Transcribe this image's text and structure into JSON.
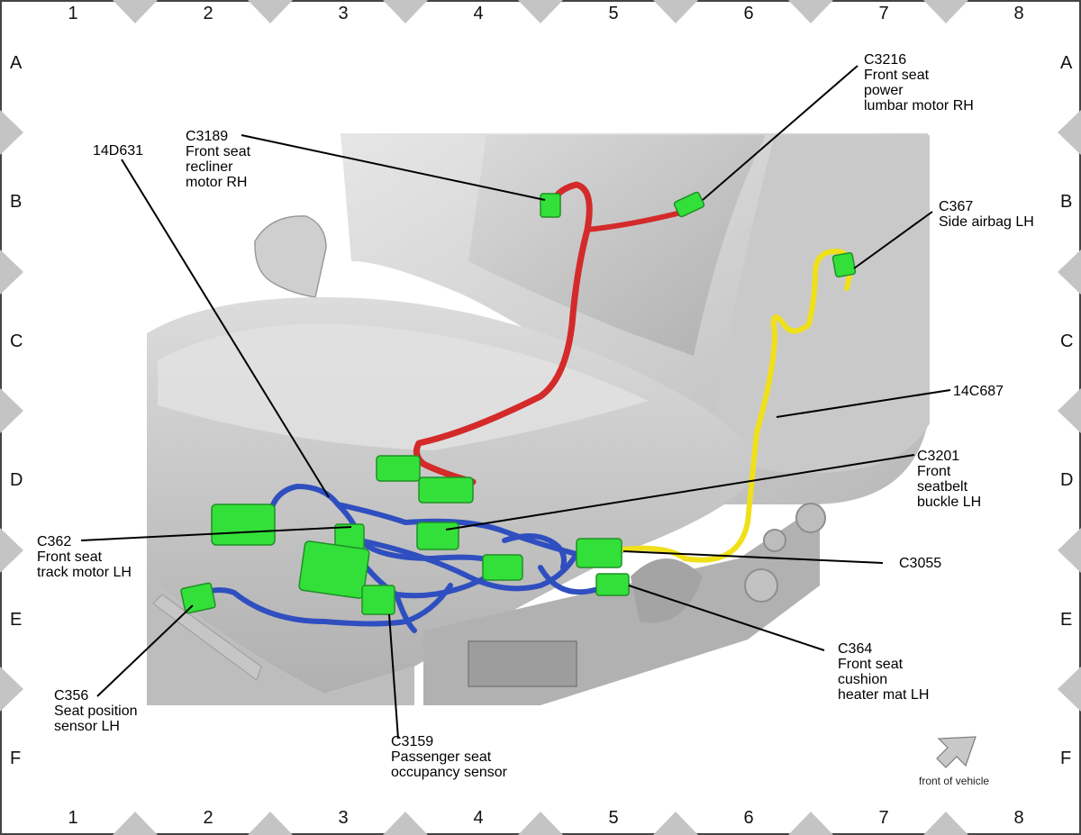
{
  "grid": {
    "columns": [
      "1",
      "2",
      "3",
      "4",
      "5",
      "6",
      "7",
      "8"
    ],
    "rows": [
      "A",
      "B",
      "C",
      "D",
      "E",
      "F"
    ]
  },
  "callouts": {
    "c3216": {
      "id": "C3216",
      "lines": [
        "Front seat",
        "power",
        "lumbar motor RH"
      ]
    },
    "c3189": {
      "id": "C3189",
      "lines": [
        "Front seat",
        "recliner",
        "motor RH"
      ]
    },
    "h14d631": {
      "id": "14D631",
      "lines": []
    },
    "c367": {
      "id": "C367",
      "lines": [
        "Side airbag LH"
      ]
    },
    "h14c687": {
      "id": "14C687",
      "lines": []
    },
    "c3201": {
      "id": "C3201",
      "lines": [
        "Front",
        "seatbelt",
        "buckle LH"
      ]
    },
    "c362": {
      "id": "C362",
      "lines": [
        "Front seat",
        "track motor LH"
      ]
    },
    "c3055": {
      "id": "C3055",
      "lines": []
    },
    "c364": {
      "id": "C364",
      "lines": [
        "Front seat",
        "cushion",
        "heater mat LH"
      ]
    },
    "c356": {
      "id": "C356",
      "lines": [
        "Seat position",
        "sensor LH"
      ]
    },
    "c3159": {
      "id": "C3159",
      "lines": [
        "Passenger seat",
        "occupancy sensor"
      ]
    }
  },
  "front_of_vehicle": "front of vehicle",
  "colors": {
    "harness_red": "#d42a2a",
    "harness_blue": "#2f4fc0",
    "harness_yellow": "#f0e01a",
    "connector_green": "#33e03a",
    "seat_gray": "#d4d4d4",
    "frame_diamond": "#c4c4c4"
  }
}
